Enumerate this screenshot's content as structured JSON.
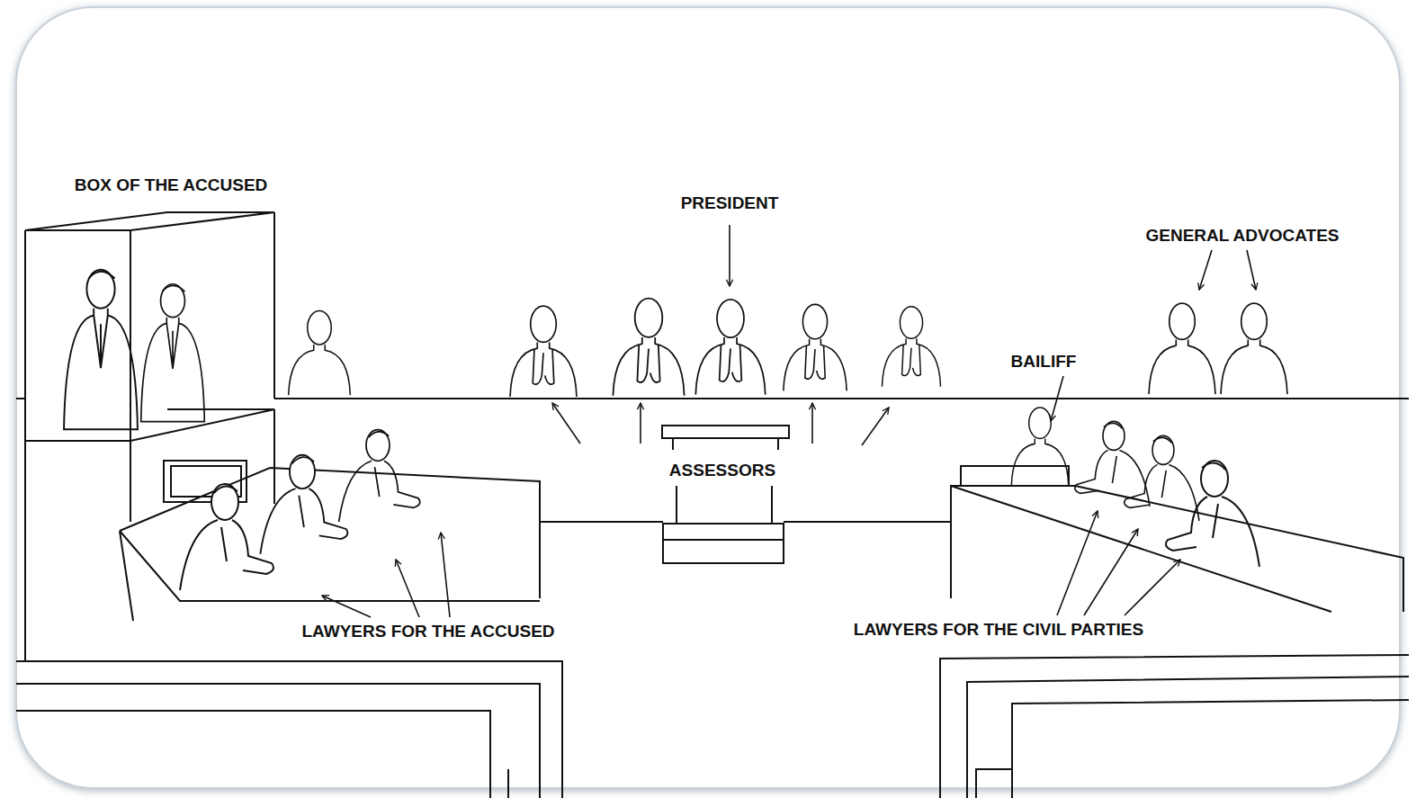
{
  "diagram": {
    "labels": [
      "BOX OF THE ACCUSED",
      "PRESIDENT",
      "GENERAL ADVOCATES",
      "BAILIFF",
      "ASSESSORS",
      "LAWYERS FOR THE ACCUSED",
      "LAWYERS FOR THE CIVIL PARTIES"
    ]
  }
}
